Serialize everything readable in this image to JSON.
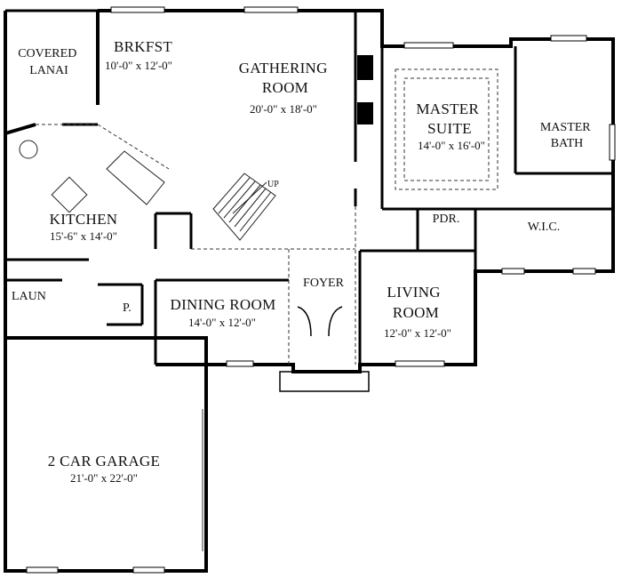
{
  "plan": {
    "rooms": [
      {
        "id": "covered-lanai",
        "name_lines": [
          "COVERED",
          "LANAI"
        ],
        "dims": ""
      },
      {
        "id": "brkfst",
        "name_lines": [
          "BRKFST"
        ],
        "dims": "10'-0\" x 12'-0\""
      },
      {
        "id": "gathering-room",
        "name_lines": [
          "GATHERING",
          "ROOM"
        ],
        "dims": "20'-0\" x 18'-0\""
      },
      {
        "id": "master-suite",
        "name_lines": [
          "MASTER",
          "SUITE"
        ],
        "dims": "14'-0\" x 16'-0\""
      },
      {
        "id": "master-bath",
        "name_lines": [
          "MASTER",
          "BATH"
        ],
        "dims": ""
      },
      {
        "id": "kitchen",
        "name_lines": [
          "KITCHEN"
        ],
        "dims": "15'-6\" x 14'-0\""
      },
      {
        "id": "pdr",
        "name_lines": [
          "PDR."
        ],
        "dims": ""
      },
      {
        "id": "wic",
        "name_lines": [
          "W.I.C."
        ],
        "dims": ""
      },
      {
        "id": "laun",
        "name_lines": [
          "LAUN"
        ],
        "dims": ""
      },
      {
        "id": "pantry",
        "name_lines": [
          "P."
        ],
        "dims": ""
      },
      {
        "id": "dining-room",
        "name_lines": [
          "DINING ROOM"
        ],
        "dims": "14'-0\" x 12'-0\""
      },
      {
        "id": "foyer",
        "name_lines": [
          "FOYER"
        ],
        "dims": ""
      },
      {
        "id": "living-room",
        "name_lines": [
          "LIVING",
          "ROOM"
        ],
        "dims": "12'-0\" x 12'-0\""
      },
      {
        "id": "garage",
        "name_lines": [
          "2 CAR GARAGE"
        ],
        "dims": "21'-0\" x 22'-0\""
      }
    ],
    "stair_label": "UP",
    "colors": {
      "wall": "#000000",
      "line": "#222222",
      "background": "#ffffff"
    }
  }
}
